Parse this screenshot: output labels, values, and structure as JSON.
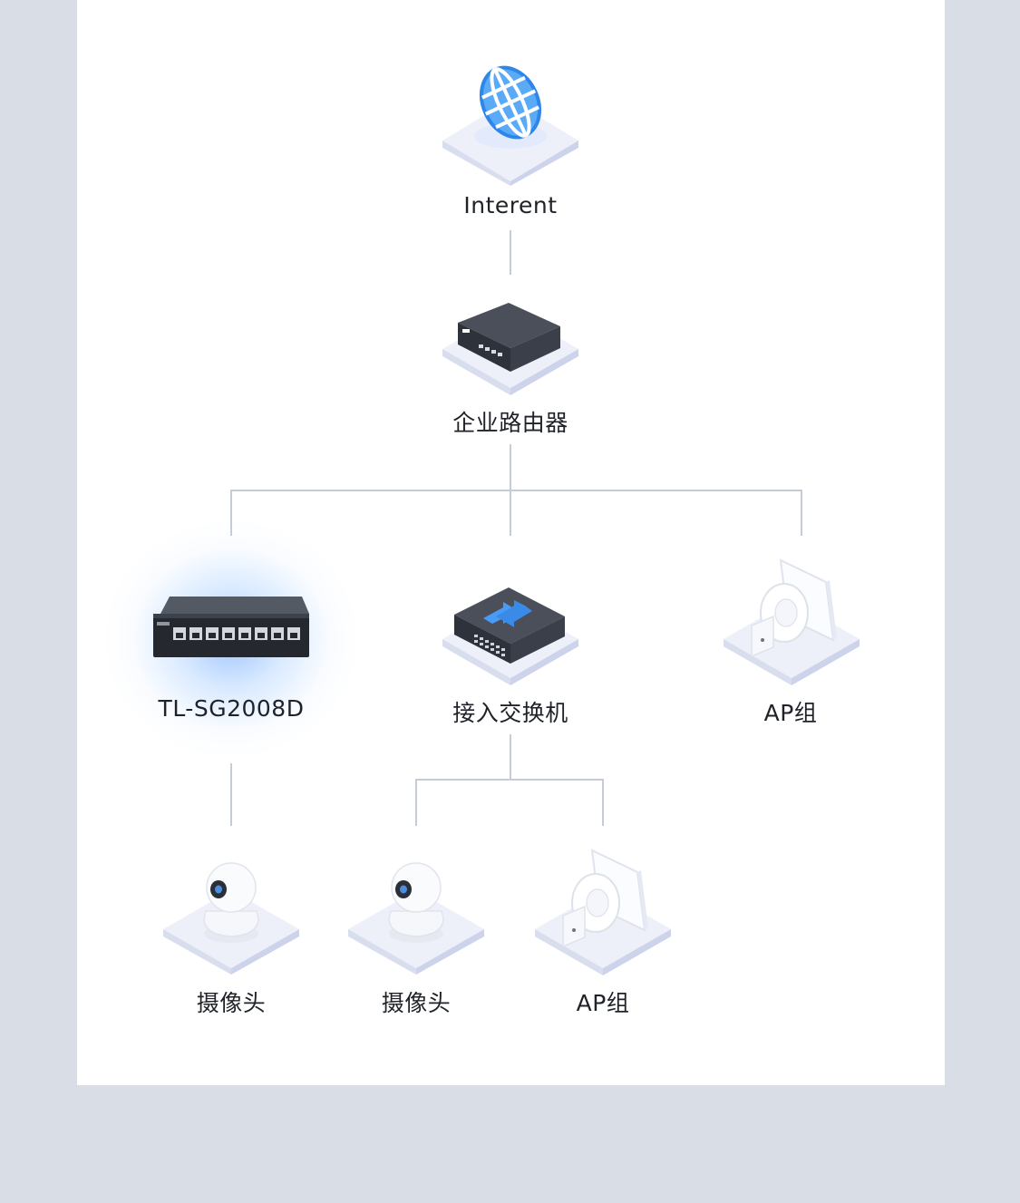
{
  "diagram": {
    "nodes": {
      "internet": {
        "label": "Interent",
        "icon": "globe-icon"
      },
      "router": {
        "label": "企业路由器",
        "icon": "router-icon"
      },
      "switch_sg2008d": {
        "label": "TL-SG2008D",
        "icon": "switch-icon"
      },
      "access_switch": {
        "label": "接入交换机",
        "icon": "access-switch-icon"
      },
      "ap_group_top": {
        "label": "AP组",
        "icon": "access-point-icon"
      },
      "camera_1": {
        "label": "摄像头",
        "icon": "camera-icon"
      },
      "camera_2": {
        "label": "摄像头",
        "icon": "camera-icon"
      },
      "ap_group_bottom": {
        "label": "AP组",
        "icon": "access-point-icon"
      }
    },
    "edges": [
      [
        "internet",
        "router"
      ],
      [
        "router",
        "switch_sg2008d"
      ],
      [
        "router",
        "access_switch"
      ],
      [
        "router",
        "ap_group_top"
      ],
      [
        "switch_sg2008d",
        "camera_1"
      ],
      [
        "access_switch",
        "camera_2"
      ],
      [
        "access_switch",
        "ap_group_bottom"
      ]
    ],
    "colors": {
      "accent": "#4a9bf5",
      "connector": "#c5ccd8",
      "platform": "#e9ecf7",
      "highlight_glow": "#5a9cff"
    }
  }
}
